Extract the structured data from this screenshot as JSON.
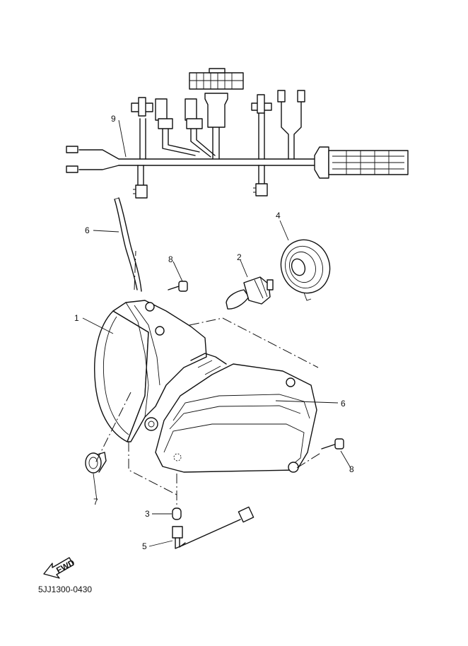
{
  "diagram": {
    "part_code": "5JJ1300-0430",
    "fwd_label": "FWD",
    "callouts": {
      "c9": "9",
      "c6a": "6",
      "c4": "4",
      "c8a": "8",
      "c2": "2",
      "c1": "1",
      "c6b": "6",
      "c8b": "8",
      "c7": "7",
      "c3": "3",
      "c5": "5"
    }
  }
}
